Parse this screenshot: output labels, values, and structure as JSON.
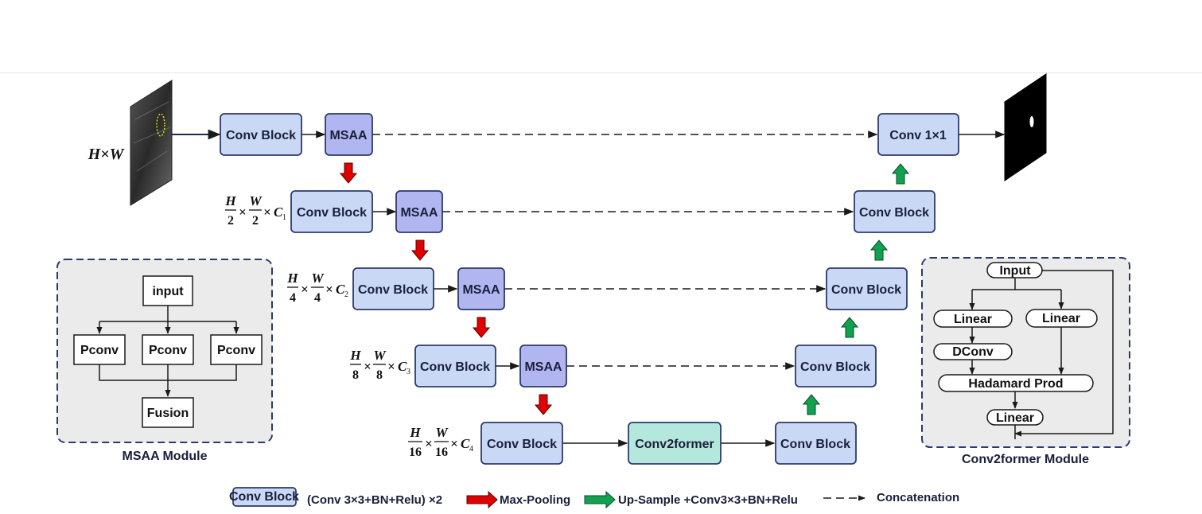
{
  "input_size_label": "H×W",
  "blocks": {
    "conv_block": "Conv Block",
    "msaa": "MSAA",
    "conv1x1": "Conv 1×1",
    "conv2former": "Conv2former"
  },
  "scales": [
    {
      "num_h": "H",
      "den_h": "2",
      "num_w": "W",
      "den_w": "2",
      "c": "C",
      "c_sub": "1"
    },
    {
      "num_h": "H",
      "den_h": "4",
      "num_w": "W",
      "den_w": "4",
      "c": "C",
      "c_sub": "2"
    },
    {
      "num_h": "H",
      "den_h": "8",
      "num_w": "W",
      "den_w": "8",
      "c": "C",
      "c_sub": "3"
    },
    {
      "num_h": "H",
      "den_h": "16",
      "num_w": "W",
      "den_w": "16",
      "c": "C",
      "c_sub": "4"
    }
  ],
  "times_sign": "×",
  "msaa_module": {
    "caption": "MSAA Module",
    "input": "input",
    "branch": "Pconv",
    "fusion": "Fusion"
  },
  "conv2former_module": {
    "caption": "Conv2former Module",
    "input": "Input",
    "linear": "Linear",
    "dconv": "DConv",
    "hadamard": "Hadamard Prod"
  },
  "legend": {
    "conv_block_swatch": "Conv Block",
    "conv_block_desc": "(Conv 3×3+BN+Relu)  ×2",
    "maxpool": "Max-Pooling",
    "upsample": "Up-Sample +Conv3×3+BN+Relu",
    "concat": "Concatenation"
  },
  "colors": {
    "conv_block_fill": "#c9d9f5",
    "msaa_fill": "#b2b6f0",
    "conv2former_fill": "#b5e8dc",
    "block_stroke": "#2c3a6b",
    "maxpool_arrow": "#e00000",
    "upsample_arrow": "#12a150",
    "module_bg": "#ebebeb",
    "module_border": "#2c3a6b"
  }
}
